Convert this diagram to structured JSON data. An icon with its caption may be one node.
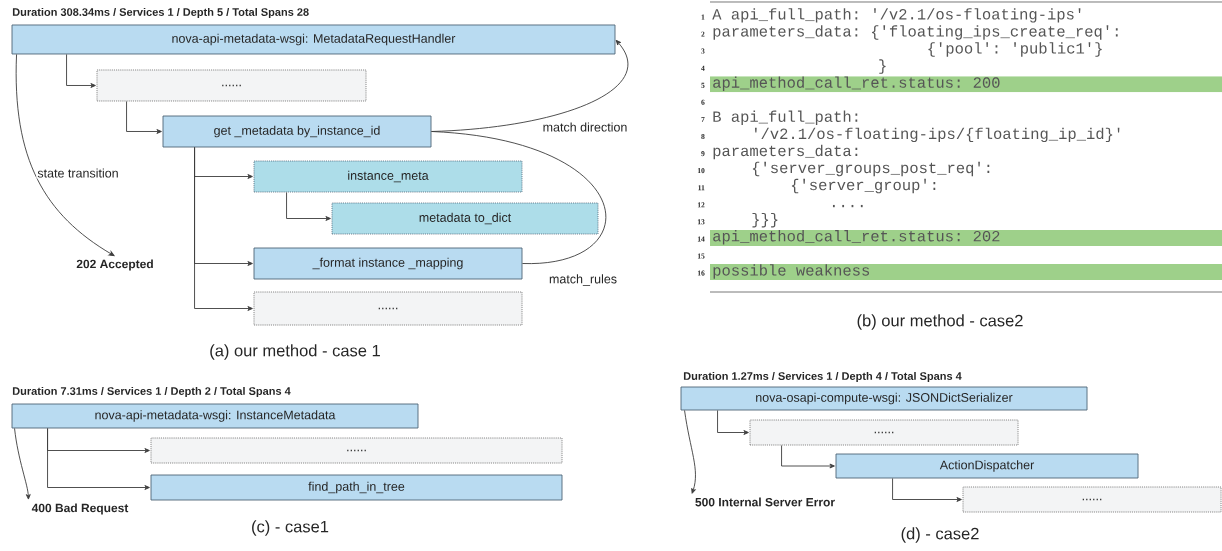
{
  "diagram": {
    "nodes": [
      {
        "text": [
          "nova-api-metadata-wsgi: MetadataRequestHandler"
        ]
      },
      {
        "text": [
          "......"
        ]
      },
      {
        "text": [
          "get _metadata by_instance_id"
        ]
      },
      {
        "text": [
          "instance_meta"
        ]
      },
      {
        "text": [
          "metadata to_dict"
        ]
      },
      {
        "text": [
          "_format instance _mapping"
        ]
      },
      {
        "text": [
          "......"
        ]
      },
      {
        "text": [
          "202 Accepted"
        ]
      },
      {
        "text": [
          "nova-api-metadata-wsgi: InstanceMetadata"
        ]
      },
      {
        "text": [
          "......"
        ]
      },
      {
        "text": [
          "find_path_in_tree"
        ]
      },
      {
        "text": [
          "400 Bad Request"
        ]
      },
      {
        "text": [
          "nova-osapi-compute-wsgi: JSONDictSerializer"
        ]
      },
      {
        "text": [
          "......"
        ]
      },
      {
        "text": [
          "ActionDispatcher"
        ]
      },
      {
        "text": [
          "......"
        ]
      },
      {
        "text": [
          "500 Internal Server Error"
        ]
      }
    ],
    "edges": [
      {
        "from": 0,
        "to": 1,
        "arrow": "to"
      },
      {
        "from": 1,
        "to": 2,
        "arrow": "to"
      },
      {
        "from": 2,
        "to": 3,
        "arrow": "to"
      },
      {
        "from": 3,
        "to": 4,
        "arrow": "to"
      },
      {
        "from": 2,
        "to": 5,
        "arrow": "to"
      },
      {
        "from": 2,
        "to": 6,
        "arrow": "to"
      },
      {
        "from": 2,
        "to": 0,
        "arrow": "to",
        "label": "match direction"
      },
      {
        "from": 5,
        "to": 2,
        "arrow": "none",
        "label": "match_rules"
      },
      {
        "from": 0,
        "to": 7,
        "arrow": "to",
        "label": "state transition"
      },
      {
        "from": 8,
        "to": 9,
        "arrow": "to"
      },
      {
        "from": 8,
        "to": 10,
        "arrow": "to"
      },
      {
        "from": 8,
        "to": 11,
        "arrow": "to"
      },
      {
        "from": 12,
        "to": 13,
        "arrow": "to"
      },
      {
        "from": 13,
        "to": 14,
        "arrow": "to"
      },
      {
        "from": 14,
        "to": 15,
        "arrow": "to"
      },
      {
        "from": 12,
        "to": 16,
        "arrow": "to"
      }
    ],
    "labels": [
      "Duration 308.34ms / Services 1 / Depth 5 / Total Spans 28",
      "(a) our method - case 1",
      "1",
      "A api_full_path: '/v2.1/os-floating-ips'",
      "2",
      "parameters_data: {'floating_ips_create_req':",
      "3",
      "{'pool': 'public1'}",
      "4",
      "}",
      "5",
      "api_method_call_ret.status: 200",
      "6",
      "7",
      "B api_full_path:",
      "8",
      "'/v2.1/os-floating-ips/{floating_ip_id}'",
      "9",
      "parameters_data:",
      "10",
      "{'server_groups_post_req':",
      "11",
      "{'server_group':",
      "12",
      "....",
      "13",
      "}}}",
      "14",
      "api_method_call_ret.status: 202",
      "15",
      "16",
      "possible weakness",
      "(b) our method - case2",
      "Duration 7.31ms / Services 1 / Depth 2 / Total Spans 4",
      "(c) - case1",
      "Duration 1.27ms / Services 1 / Depth 4 / Total Spans 4",
      "(d) - case2"
    ]
  }
}
